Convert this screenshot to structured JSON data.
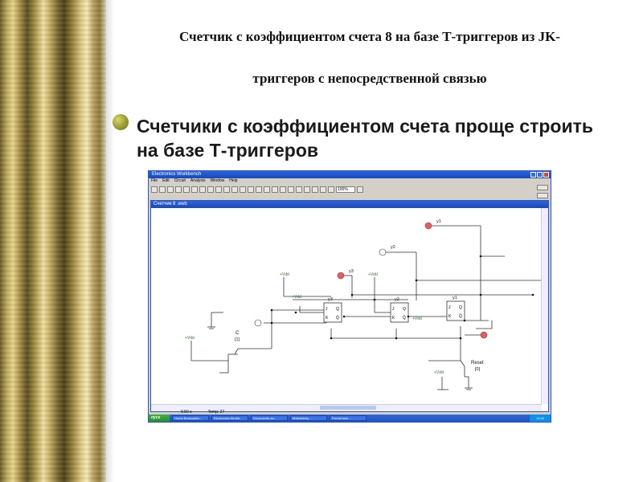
{
  "slide": {
    "title_line1": "Счетчик с коэффициентом счета 8 на базе Т-триггеров из JK-",
    "title_line2": "триггеров с непосредственной связью",
    "bullet_text": "Счетчики с коэффициентом счета  проще строить на базе Т-триггеров"
  },
  "window": {
    "title": "Electronics Workbench",
    "menu": [
      "File",
      "Edit",
      "Circuit",
      "Analysis",
      "Window",
      "Help"
    ],
    "zoom_value": "100%",
    "subwindow_title": "Счетчик 8 .ewb",
    "status": [
      "9.50 s",
      "Temp: 27"
    ],
    "taskbar": {
      "start_label": "пуск",
      "items": [
        "Home Brodcaster...",
        "Electronics Workb...",
        "Documents an...",
        "Moledulchy ...",
        "Расчетные ..."
      ],
      "clock": "14:32"
    }
  },
  "circuit": {
    "labels": {
      "y1": "y1",
      "y2": "y2",
      "y3": "y3",
      "vdd": "+Vdd",
      "c": "C",
      "c_key": "[1]",
      "reset": "Reset",
      "reset_key": "[0]",
      "ff_j": "J",
      "ff_k": "K",
      "ff_q": "Q",
      "ff_nq": "Q̄"
    }
  },
  "colors": {
    "curtain_gold": "#c3ae63",
    "bullet": "#a3a43a",
    "window_blue": "#2a64e0",
    "probe_red": "#e06060"
  }
}
